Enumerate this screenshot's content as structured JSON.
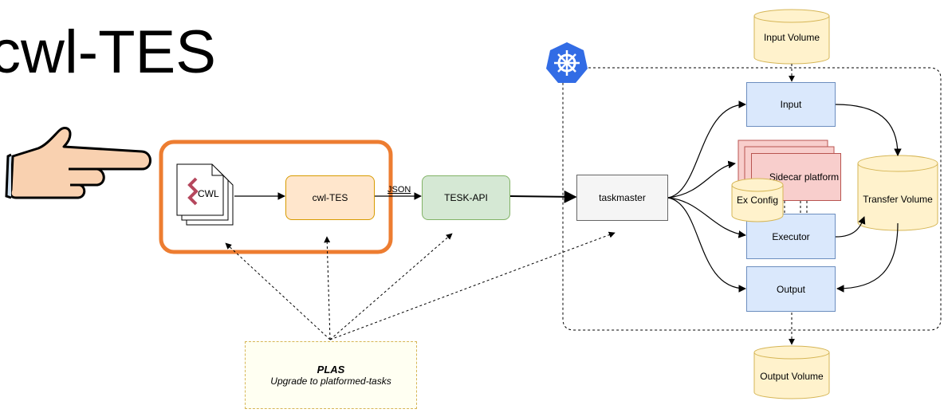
{
  "slide": {
    "title": "cwl-TES"
  },
  "nodes": {
    "cwl_doc": "CWL",
    "cwl_tes": "cwl-TES",
    "tesk_api": "TESK-API",
    "taskmaster": "taskmaster",
    "input": "Input",
    "sidecar": "Sidecar platform",
    "ex_config": "Ex Config",
    "executor": "Executor",
    "output": "Output",
    "input_volume": "Input Volume",
    "transfer_volume": "Transfer Volume",
    "output_volume": "Output Volume"
  },
  "edge_labels": {
    "json": "JSON"
  },
  "note": {
    "title": "PLAS",
    "subtitle": "Upgrade to platformed-tasks"
  },
  "colors": {
    "highlight": "#ed7d31",
    "kubernetes": "#326ce5",
    "green_fill": "#d5e8d4",
    "orange_fill": "#ffe6cc",
    "blue_fill": "#dae8fc",
    "pink_fill": "#f8cecc",
    "cylinder_fill": "#fff2cc"
  },
  "icons": [
    "pointing-hand-icon",
    "kubernetes-helm-icon",
    "cwl-logo-icon"
  ]
}
